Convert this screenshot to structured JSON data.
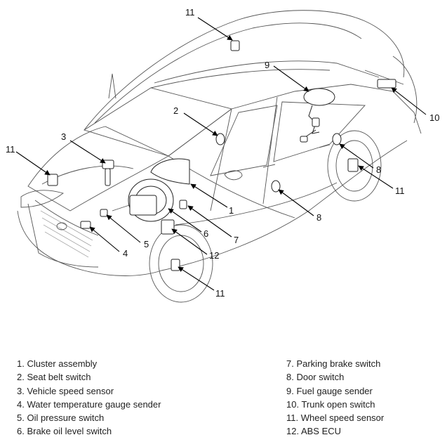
{
  "callouts": {
    "c11_roof": "11",
    "c9": "9",
    "c10": "10",
    "c2": "2",
    "c3": "3",
    "c11_left": "11",
    "c1": "1",
    "c8_upper": "8",
    "c11_right": "11",
    "c6": "6",
    "c7": "7",
    "c5": "5",
    "c4": "4",
    "c12": "12",
    "c8_lower": "8",
    "c11_front": "11"
  },
  "legend": {
    "left": [
      "1. Cluster assembly",
      "2. Seat belt switch",
      "3. Vehicle speed sensor",
      "4. Water temperature gauge sender",
      "5. Oil pressure switch",
      "6. Brake oil level switch"
    ],
    "right": [
      "7. Parking brake switch",
      "8. Door switch",
      "9. Fuel gauge sender",
      "10. Trunk open switch",
      "11. Wheel speed sensor",
      "12. ABS ECU"
    ]
  }
}
